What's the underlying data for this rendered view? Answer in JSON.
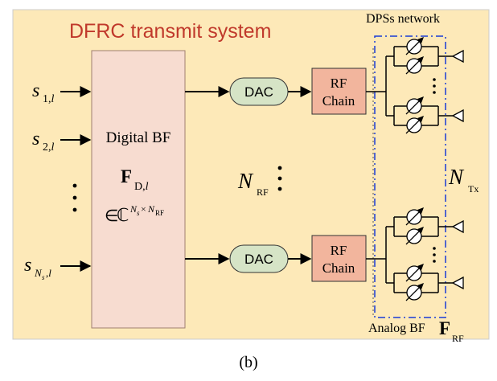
{
  "title": "DFRC transmit system",
  "dps_network_label": "DPSs network",
  "inputs": [
    {
      "sym": "s",
      "sub": "1,",
      "sub_it": "l"
    },
    {
      "sym": "s",
      "sub": "2,",
      "sub_it": "l"
    },
    {
      "sym": "s",
      "sub": "N",
      "subsub": "s",
      "sub2": ",",
      "sub_it": "l"
    }
  ],
  "digital_bf": {
    "label": "Digital BF",
    "matrix_sym": "F",
    "matrix_sub": "D,",
    "matrix_sub_it": "l",
    "membership": "∈",
    "set": "ℂ",
    "exp_n": "N",
    "exp_s": "s",
    "exp_times": "×",
    "exp_n2": "N",
    "exp_rf": "RF"
  },
  "dac_label": "DAC",
  "rf_chain": {
    "line1": "RF",
    "line2": "Chain"
  },
  "n_rf": {
    "sym": "N",
    "sub": "RF"
  },
  "n_tx": {
    "sym": "N",
    "sub": "Tx"
  },
  "analog_bf": {
    "label": "Analog BF",
    "matrix_sym": "F",
    "matrix_sub": "RF"
  },
  "caption": "(b)",
  "colors": {
    "system_bg": "#fde9b8",
    "digital_bf_box": "#f7dcd0",
    "dac_box": "#d6e4c6",
    "rf_box": "#f2b59d",
    "title": "#c0392b",
    "dashed_box": "#1a3bd6"
  }
}
